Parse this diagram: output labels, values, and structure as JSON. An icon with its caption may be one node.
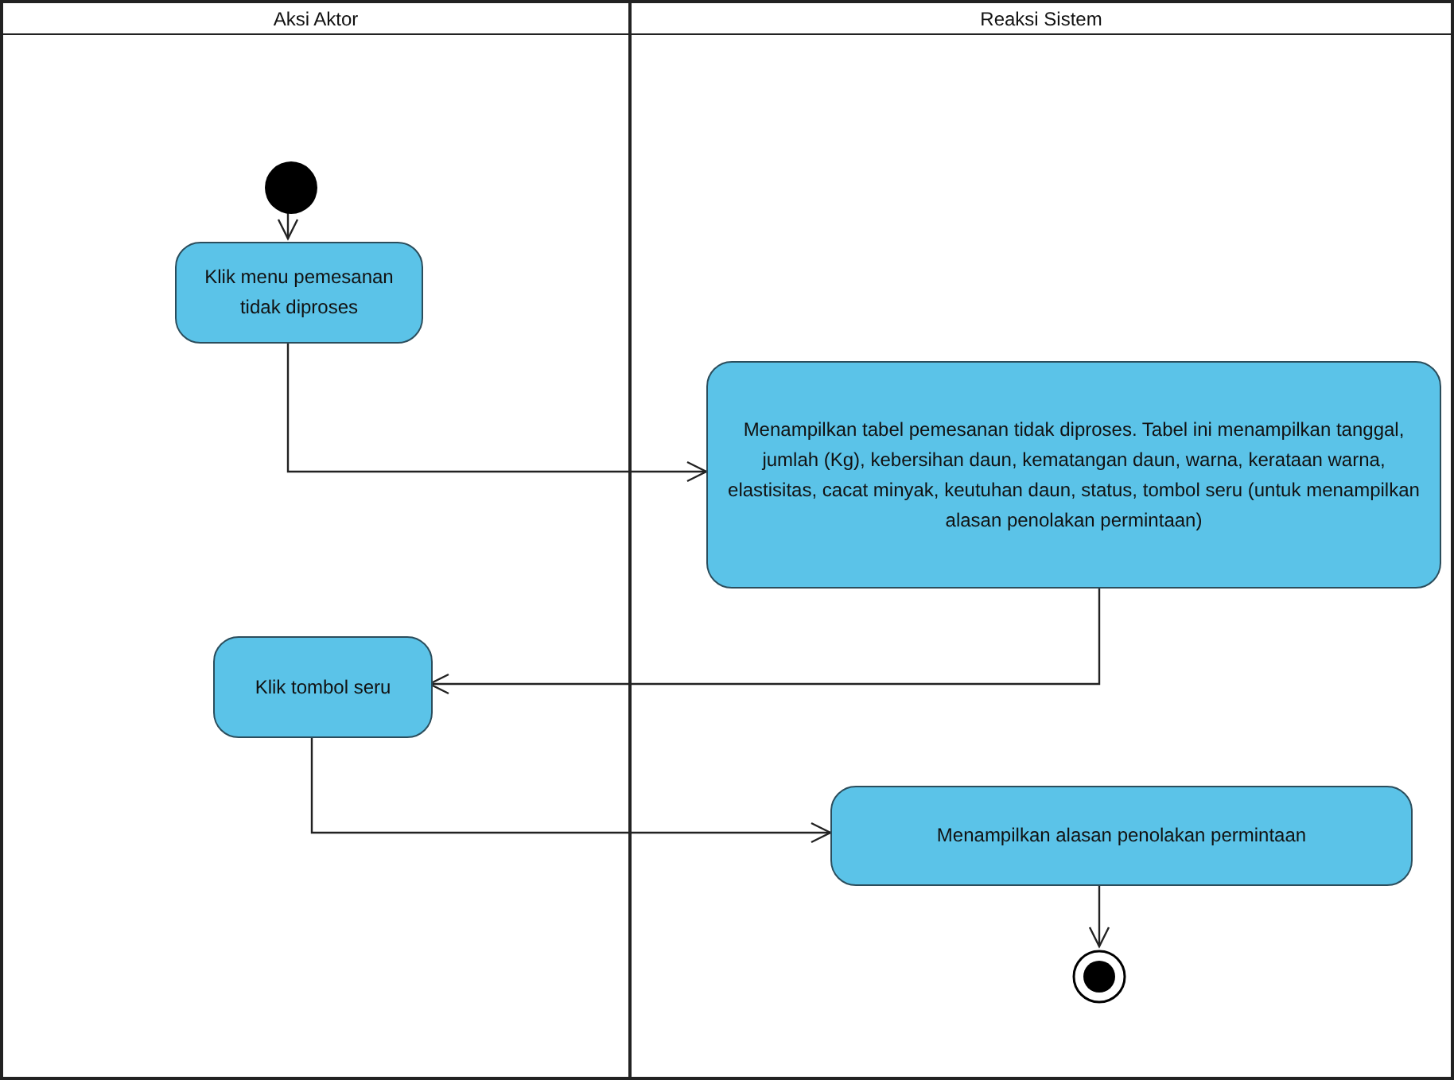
{
  "diagram": {
    "nodes": [
      {
        "text": [
          "Aksi Aktor"
        ]
      },
      {
        "text": [
          "Reaksi Sistem"
        ]
      },
      {
        "text": [],
        "shape": "circle",
        "in": 0
      },
      {
        "text": [
          "Klik menu pemesanan tidak diproses"
        ],
        "in": 0
      },
      {
        "text": [
          "Menampilkan tabel pemesanan tidak diproses. Tabel ini menampilkan tanggal, jumlah (Kg), kebersihan daun, kematangan daun, warna, kerataan warna, elastisitas, cacat minyak, keutuhan daun, status, tombol seru (untuk menampilkan alasan penolakan permintaan)"
        ],
        "in": 1
      },
      {
        "text": [
          "Klik tombol seru"
        ],
        "in": 0
      },
      {
        "text": [
          "Menampilkan alasan penolakan permintaan"
        ],
        "in": 1
      },
      {
        "text": [],
        "shape": "bullseye",
        "in": 1
      }
    ],
    "edges": [
      {
        "from": 2,
        "to": 3,
        "arrow": "to"
      },
      {
        "from": 3,
        "to": 4,
        "arrow": "to"
      },
      {
        "from": 4,
        "to": 5,
        "arrow": "to"
      },
      {
        "from": 5,
        "to": 6,
        "arrow": "to"
      },
      {
        "from": 6,
        "to": 7,
        "arrow": "to"
      }
    ]
  }
}
